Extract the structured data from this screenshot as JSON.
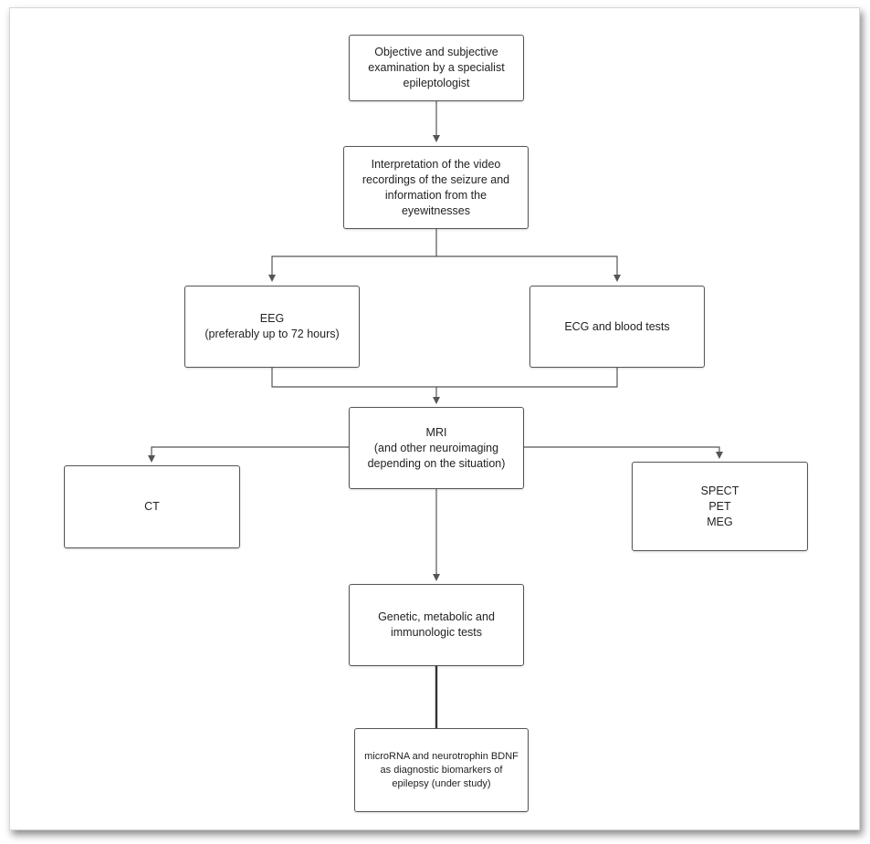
{
  "diagram": {
    "nodes": {
      "exam": "Objective and subjective\nexamination by a specialist\nepileptologist",
      "video": "Interpretation of the video\nrecordings of the seizure and\ninformation from the eyewitnesses",
      "eeg": "EEG\n(preferably up to 72 hours)",
      "ecg": "ECG and blood tests",
      "mri": "MRI\n(and other neuroimaging\ndepending on the situation)",
      "ct": "CT",
      "spect": "SPECT\nPET\nMEG",
      "genetic": "Genetic, metabolic and\nimmunologic tests",
      "microrna": "microRNA and neurotrophin BDNF\nas diagnostic biomarkers  of\nepilepsy (under study)"
    },
    "edges": [
      {
        "from": "exam",
        "to": "video"
      },
      {
        "from": "video",
        "to": "eeg"
      },
      {
        "from": "video",
        "to": "ecg"
      },
      {
        "from": "eeg",
        "to": "mri"
      },
      {
        "from": "ecg",
        "to": "mri"
      },
      {
        "from": "mri",
        "to": "ct"
      },
      {
        "from": "mri",
        "to": "spect"
      },
      {
        "from": "mri",
        "to": "genetic"
      },
      {
        "from": "genetic",
        "to": "microrna"
      }
    ],
    "colors": {
      "line": "#555555",
      "box_border": "#555555",
      "text": "#222222"
    }
  }
}
